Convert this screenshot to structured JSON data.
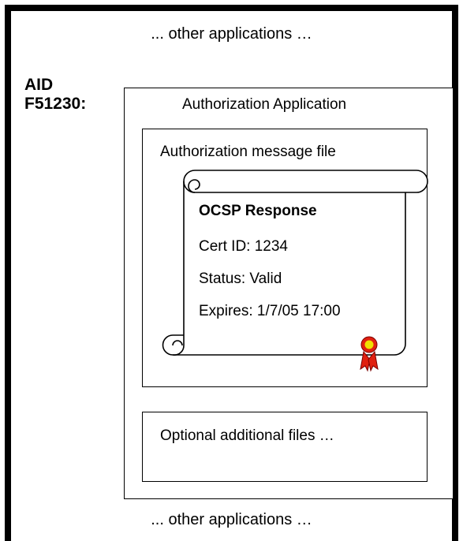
{
  "diagram": {
    "other_apps_top": "... other applications …",
    "other_apps_bottom": "... other applications …",
    "aid": {
      "line1": "AID",
      "line2": "F51230:"
    },
    "authorization_app": {
      "title": "Authorization Application",
      "message_file": {
        "title": "Authorization message file",
        "ocsp_response": {
          "heading": "OCSP Response",
          "cert_id": "Cert ID:  1234",
          "status": "Status:  Valid",
          "expires": "Expires:  1/7/05 17:00"
        }
      },
      "optional_files": {
        "title": "Optional additional files …"
      }
    },
    "colors": {
      "seal_red": "#e02010",
      "seal_yellow": "#f0e000"
    },
    "icons": [
      "scroll-icon",
      "seal-ribbon-icon"
    ]
  }
}
